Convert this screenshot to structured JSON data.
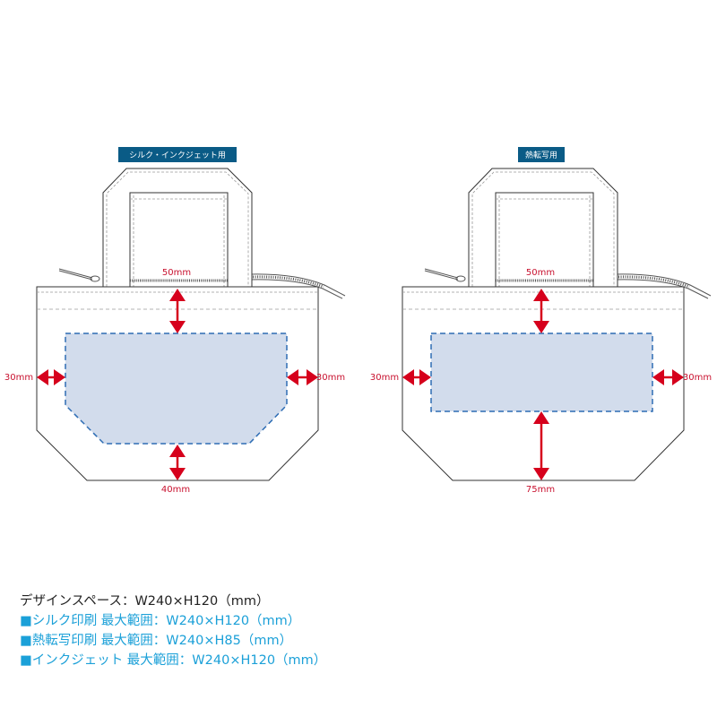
{
  "colors": {
    "outline": "#333333",
    "dash": "#9a9a9a",
    "print_fill": "#d2dcec",
    "print_stroke": "#2e6db4",
    "arrow": "#d6001c",
    "tag_bg": "#0a5b86",
    "blue_text": "#1ba0d8",
    "zipper": "#555555"
  },
  "left_bag": {
    "tag": "シルク・インクジェット用",
    "dim_top": "50mm",
    "dim_left": "30mm",
    "dim_right": "30mm",
    "dim_bottom": "40mm"
  },
  "right_bag": {
    "tag": "熱転写用",
    "dim_top": "50mm",
    "dim_left": "30mm",
    "dim_right": "30mm",
    "dim_bottom": "75mm"
  },
  "notes": [
    {
      "text": "デザインスペース：W240×H120（mm）",
      "style": "main"
    },
    {
      "text": "■シルク印刷 最大範囲：W240×H120（mm）",
      "style": "blue"
    },
    {
      "text": "■熱転写印刷 最大範囲：W240×H85（mm）",
      "style": "blue"
    },
    {
      "text": "■インクジェット 最大範囲：W240×H120（mm）",
      "style": "blue"
    }
  ]
}
